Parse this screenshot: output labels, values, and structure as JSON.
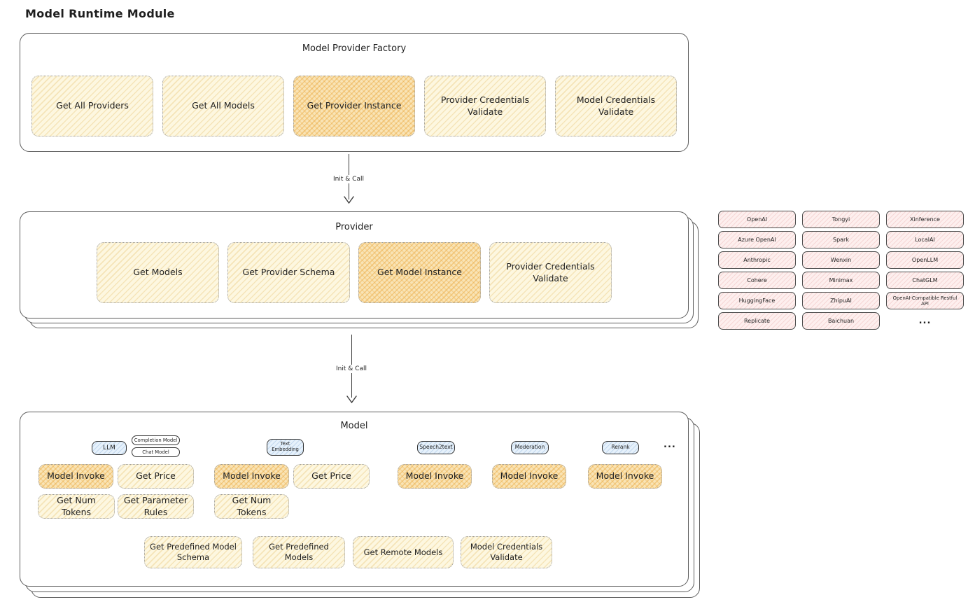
{
  "page": {
    "title": "Model Runtime Module"
  },
  "factory": {
    "title": "Model Provider Factory",
    "boxes": [
      {
        "label": "Get All Providers",
        "highlight": false
      },
      {
        "label": "Get All Models",
        "highlight": false
      },
      {
        "label": "Get Provider Instance",
        "highlight": true
      },
      {
        "label": "Provider Credentials Validate",
        "highlight": false
      },
      {
        "label": "Model Credentials Validate",
        "highlight": false
      }
    ]
  },
  "arrow1": {
    "label": "Init & Call"
  },
  "arrow2": {
    "label": "Init & Call"
  },
  "provider": {
    "title": "Provider",
    "boxes": [
      {
        "label": "Get Models",
        "highlight": false
      },
      {
        "label": "Get Provider Schema",
        "highlight": false
      },
      {
        "label": "Get Model Instance",
        "highlight": true
      },
      {
        "label": "Provider Credentials Validate",
        "highlight": false
      }
    ]
  },
  "provider_list": {
    "col1": [
      "OpenAI",
      "Azure OpenAI",
      "Anthropic",
      "Cohere",
      "HuggingFace",
      "Replicate"
    ],
    "col2": [
      "Tongyi",
      "Spark",
      "Wenxin",
      "Minimax",
      "ZhipuAI",
      "Baichuan"
    ],
    "col3": [
      "Xinference",
      "LocalAI",
      "OpenLLM",
      "ChatGLM",
      "OpenAI-Compatible Restful API"
    ],
    "more": "..."
  },
  "model": {
    "title": "Model",
    "tabs": {
      "llm": "LLM",
      "completion": "Completion Model",
      "chat": "Chat Model",
      "text_embedding": "Text Embedding",
      "speech2text": "Speech2text",
      "moderation": "Moderation",
      "rerank": "Rerank",
      "more": "..."
    },
    "llm_boxes": [
      "Model Invoke",
      "Get Price",
      "Get Num Tokens",
      "Get Parameter Rules"
    ],
    "embedding_boxes": [
      "Model Invoke",
      "Get Price",
      "Get Num Tokens"
    ],
    "speech2text_boxes": [
      "Model Invoke"
    ],
    "moderation_boxes": [
      "Model Invoke"
    ],
    "rerank_boxes": [
      "Model Invoke"
    ],
    "bottom_boxes": [
      "Get Predefined Model Schema",
      "Get Predefined Models",
      "Get Remote Models",
      "Model Credentials Validate"
    ]
  },
  "colors": {
    "function_box_fill": "#fdf7e0",
    "highlight_box_fill": "#f9e4b6",
    "provider_chip_fill": "#fdefee",
    "model_type_tab_fill": "#e6f1fb",
    "stroke": "#5d5d5d"
  }
}
